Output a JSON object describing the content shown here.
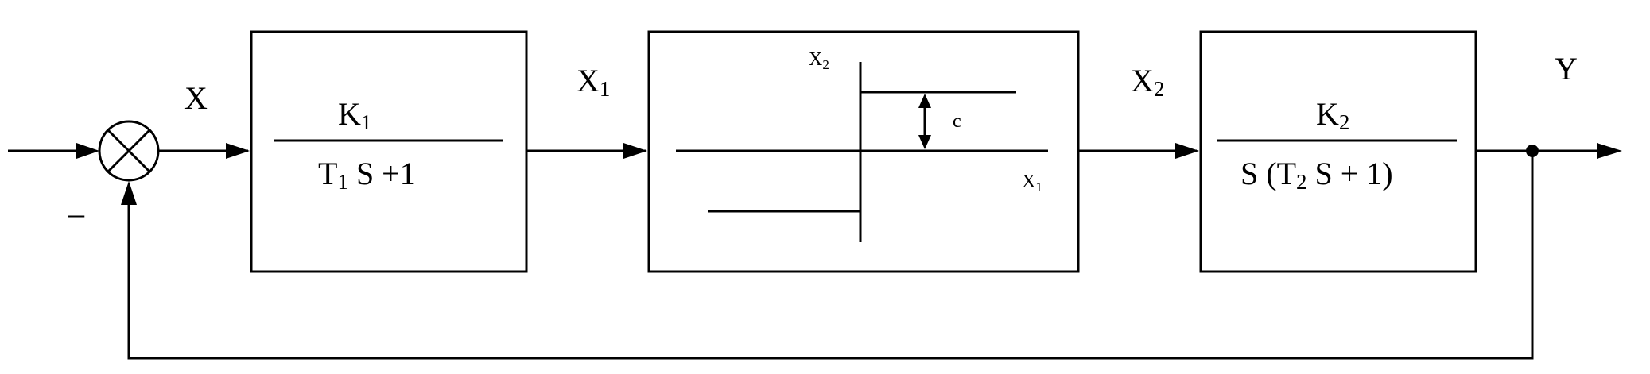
{
  "signals": {
    "input": "X",
    "x1": "X",
    "x1_sub": "1",
    "x2": "X",
    "x2_sub": "2",
    "output": "Y"
  },
  "summing_junction": {
    "minus_sign": "–"
  },
  "block1": {
    "num_main": "K",
    "num_sub": "1",
    "den_part1": "T",
    "den_sub": "1",
    "den_part2": " S +1"
  },
  "relay": {
    "y_axis_label": "X",
    "y_axis_sub": "2",
    "x_axis_label": "X",
    "x_axis_sub": "1",
    "level_label": "c"
  },
  "block3": {
    "num_main": "K",
    "num_sub": "2",
    "den_part1": "S (T",
    "den_sub": "2",
    "den_part2": " S + 1)"
  }
}
